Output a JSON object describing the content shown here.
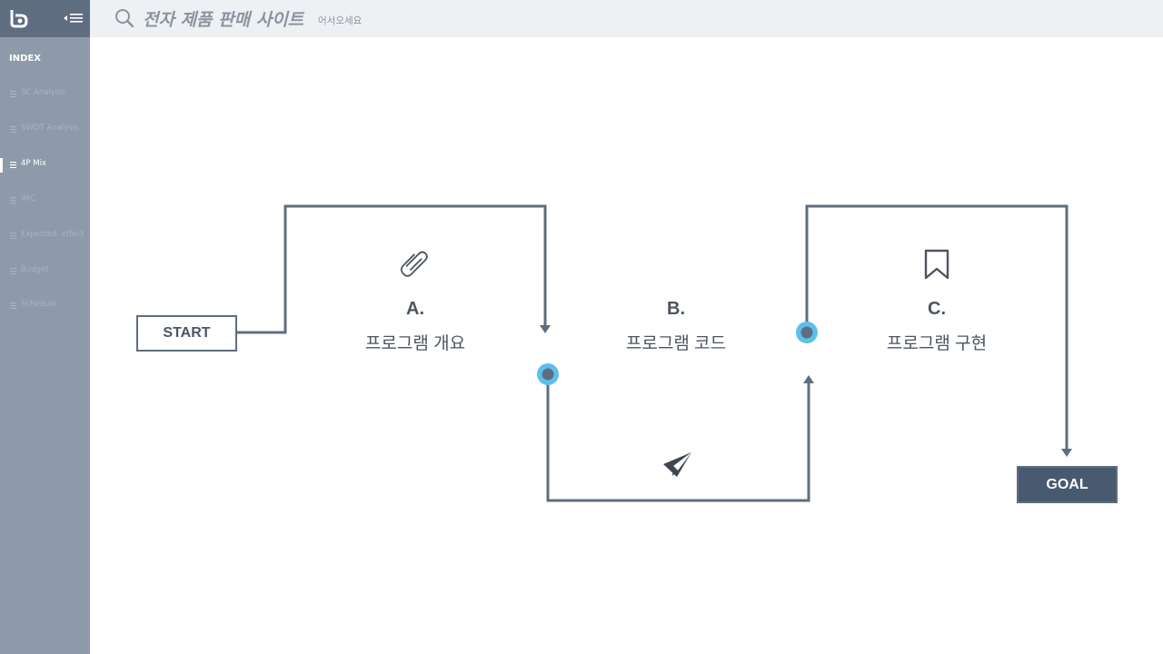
{
  "sidebar": {
    "index_label": "INDEX",
    "items": [
      {
        "label": "3C Analysis",
        "active": false
      },
      {
        "label": "SWOT Analysis",
        "active": false
      },
      {
        "label": "4P Mix",
        "active": true
      },
      {
        "label": "IMC",
        "active": false
      },
      {
        "label": "Expected  effect",
        "active": false
      },
      {
        "label": "Budget",
        "active": false
      },
      {
        "label": "Schedule",
        "active": false
      }
    ]
  },
  "header": {
    "title": "전자 제품 판매 사이트",
    "subtitle": "어서오세요"
  },
  "flow": {
    "start_label": "START",
    "goal_label": "GOAL",
    "steps": [
      {
        "letter": "A.",
        "name": "프로그램 개요",
        "icon": "paperclip-icon"
      },
      {
        "letter": "B.",
        "name": "프로그램 코드",
        "icon": "paper-plane-icon"
      },
      {
        "letter": "C.",
        "name": "프로그램 구현",
        "icon": "bookmark-icon"
      }
    ]
  },
  "colors": {
    "sidebar_bg": "#8e9aaa",
    "sidebar_top": "#5f6d80",
    "line": "#5f6d80",
    "accent_dot": "#5bc0eb",
    "goal_fill": "#475a70"
  }
}
